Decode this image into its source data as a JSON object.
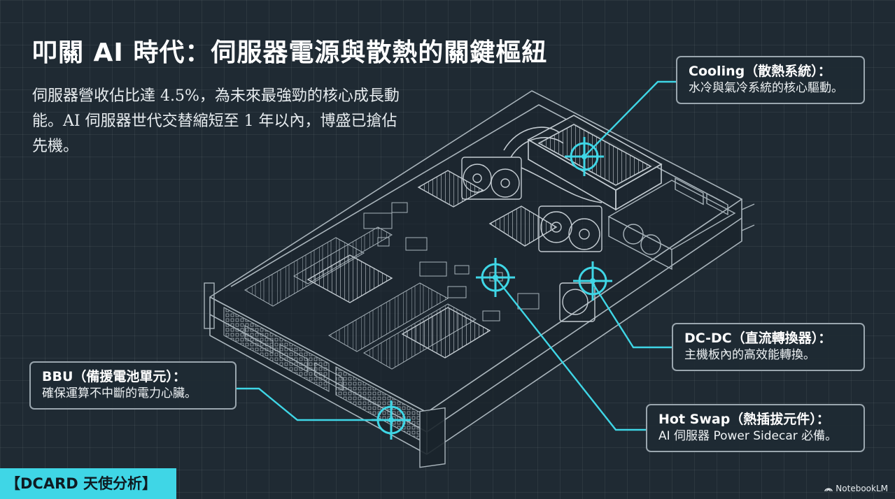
{
  "title": "叩關 AI 時代：伺服器電源與散熱的關鍵樞紐",
  "subtitle": "伺服器營收佔比達 4.5%，為未來最強勁的核心成長動能。AI 伺服器世代交替縮短至 1 年以內，博盛已搶佔先機。",
  "callouts": {
    "cooling": {
      "title": "Cooling（散熱系統）：",
      "desc": "水冷與氣冷系統的核心驅動。"
    },
    "dcdc": {
      "title": "DC-DC（直流轉換器）：",
      "desc": "主機板內的高效能轉換。"
    },
    "bbu": {
      "title": "BBU（備援電池單元）：",
      "desc": "確保運算不中斷的電力心臟。"
    },
    "hotswap": {
      "title": "Hot Swap（熱插拔元件）：",
      "desc": "AI 伺服器 Power Sidecar 必備。"
    }
  },
  "tag": "【DCARD 天使分析】",
  "watermark": "NotebookLM",
  "colors": {
    "background": "#1f2a33",
    "accent": "#3fd6e6",
    "line": "#a9b4bb",
    "callout_border": "#9aa6ae"
  },
  "icons": {
    "target": "crosshair-icon",
    "watermark": "notebooklm-logo-icon"
  }
}
